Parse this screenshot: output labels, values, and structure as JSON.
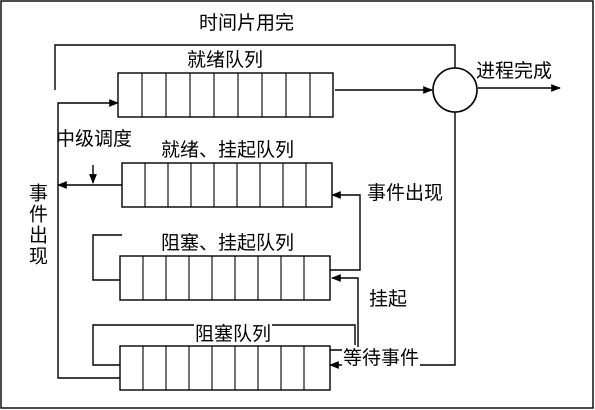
{
  "diagram": {
    "top_label": "时间片用完",
    "process_done": "进程完成",
    "mid_schedule": "中级调度",
    "event_occurs_side": "事件出现",
    "event_occurs_right": "事件出现",
    "suspend": "挂起",
    "wait_event": "等待事件",
    "queues": [
      {
        "name": "就绪队列"
      },
      {
        "name": "就绪、挂起队列"
      },
      {
        "name": "阻塞、挂起队列"
      },
      {
        "name": "阻塞队列"
      }
    ]
  }
}
